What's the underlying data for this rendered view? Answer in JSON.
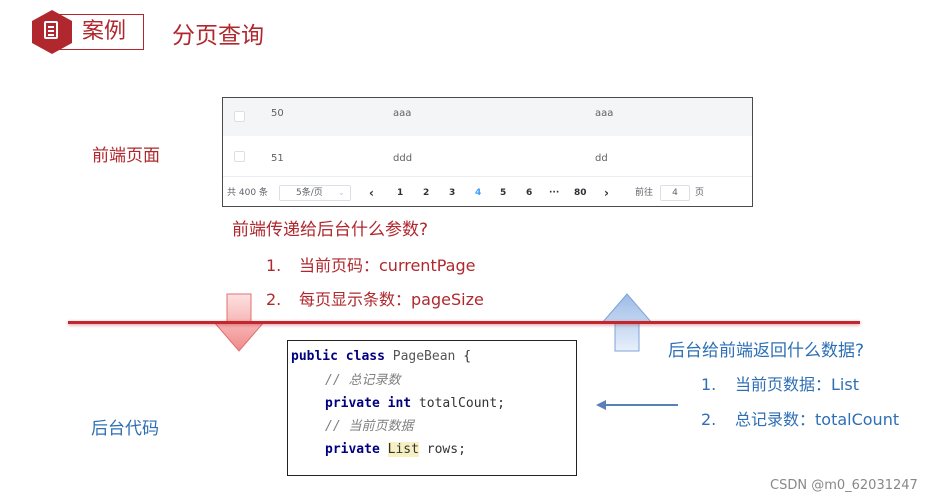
{
  "header": {
    "case_label": "案例",
    "title": "分页查询"
  },
  "front": {
    "label": "前端页面",
    "rows": [
      {
        "id": "50",
        "c2": "aaa",
        "c3": "aaa"
      },
      {
        "id": "51",
        "c2": "ddd",
        "c3": "dd"
      }
    ],
    "pager": {
      "total": "共 400 条",
      "size": "5条/页",
      "prev": "‹",
      "pages": [
        "1",
        "2",
        "3",
        "4",
        "5",
        "6"
      ],
      "active": "4",
      "ellipsis": "···",
      "last": "80",
      "next": "›",
      "goto": "前往",
      "goto_value": "4",
      "goto_unit": "页"
    }
  },
  "question_front": {
    "title": "前端传递给后台什么参数?",
    "items": [
      "1.",
      "当前页码：currentPage",
      "2.",
      "每页显示条数：pageSize"
    ]
  },
  "question_back": {
    "title": "后台给前端返回什么数据?",
    "items": [
      "1.",
      "当前页数据：List",
      "2.",
      "总记录数：totalCount"
    ]
  },
  "back": {
    "label": "后台代码"
  },
  "code": {
    "l1a": "public class",
    "l1b": " PageBean ",
    "l1c": "{",
    "l2": "// 总记录数",
    "l3a": "private int",
    "l3b": " totalCount;",
    "l4": "// 当前页数据",
    "l5a": "private",
    "l5b": "List",
    "l5c": " rows;"
  },
  "colors": {
    "red": "#b0282d",
    "blue": "#2e6fb5",
    "active_page": "#409eff"
  },
  "watermark": "CSDN @m0_62031247"
}
